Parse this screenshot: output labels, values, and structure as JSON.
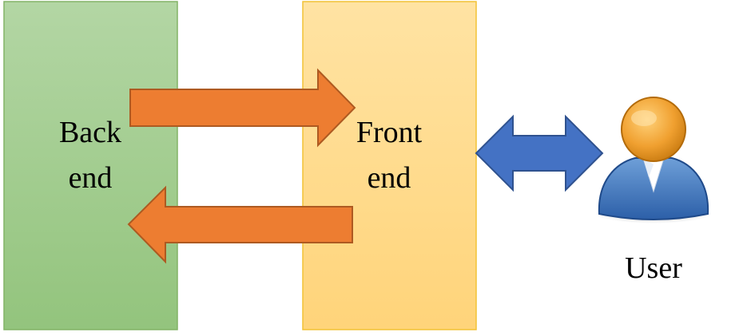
{
  "backend": {
    "label_line1": "Back",
    "label_line2": "end",
    "fill_top": "#b3d6a4",
    "fill_bottom": "#93c47d",
    "border": "#82b366"
  },
  "frontend": {
    "label_line1": "Front",
    "label_line2": "end",
    "fill_top": "#ffe3a3",
    "fill_bottom": "#ffd47a",
    "border": "#f2c235"
  },
  "user": {
    "label": "User",
    "icon": "user-icon"
  },
  "arrows": {
    "request_color": "#ed7d31",
    "request_border": "#ae5a21",
    "interaction_color": "#4472c4",
    "interaction_border": "#2f528f"
  }
}
